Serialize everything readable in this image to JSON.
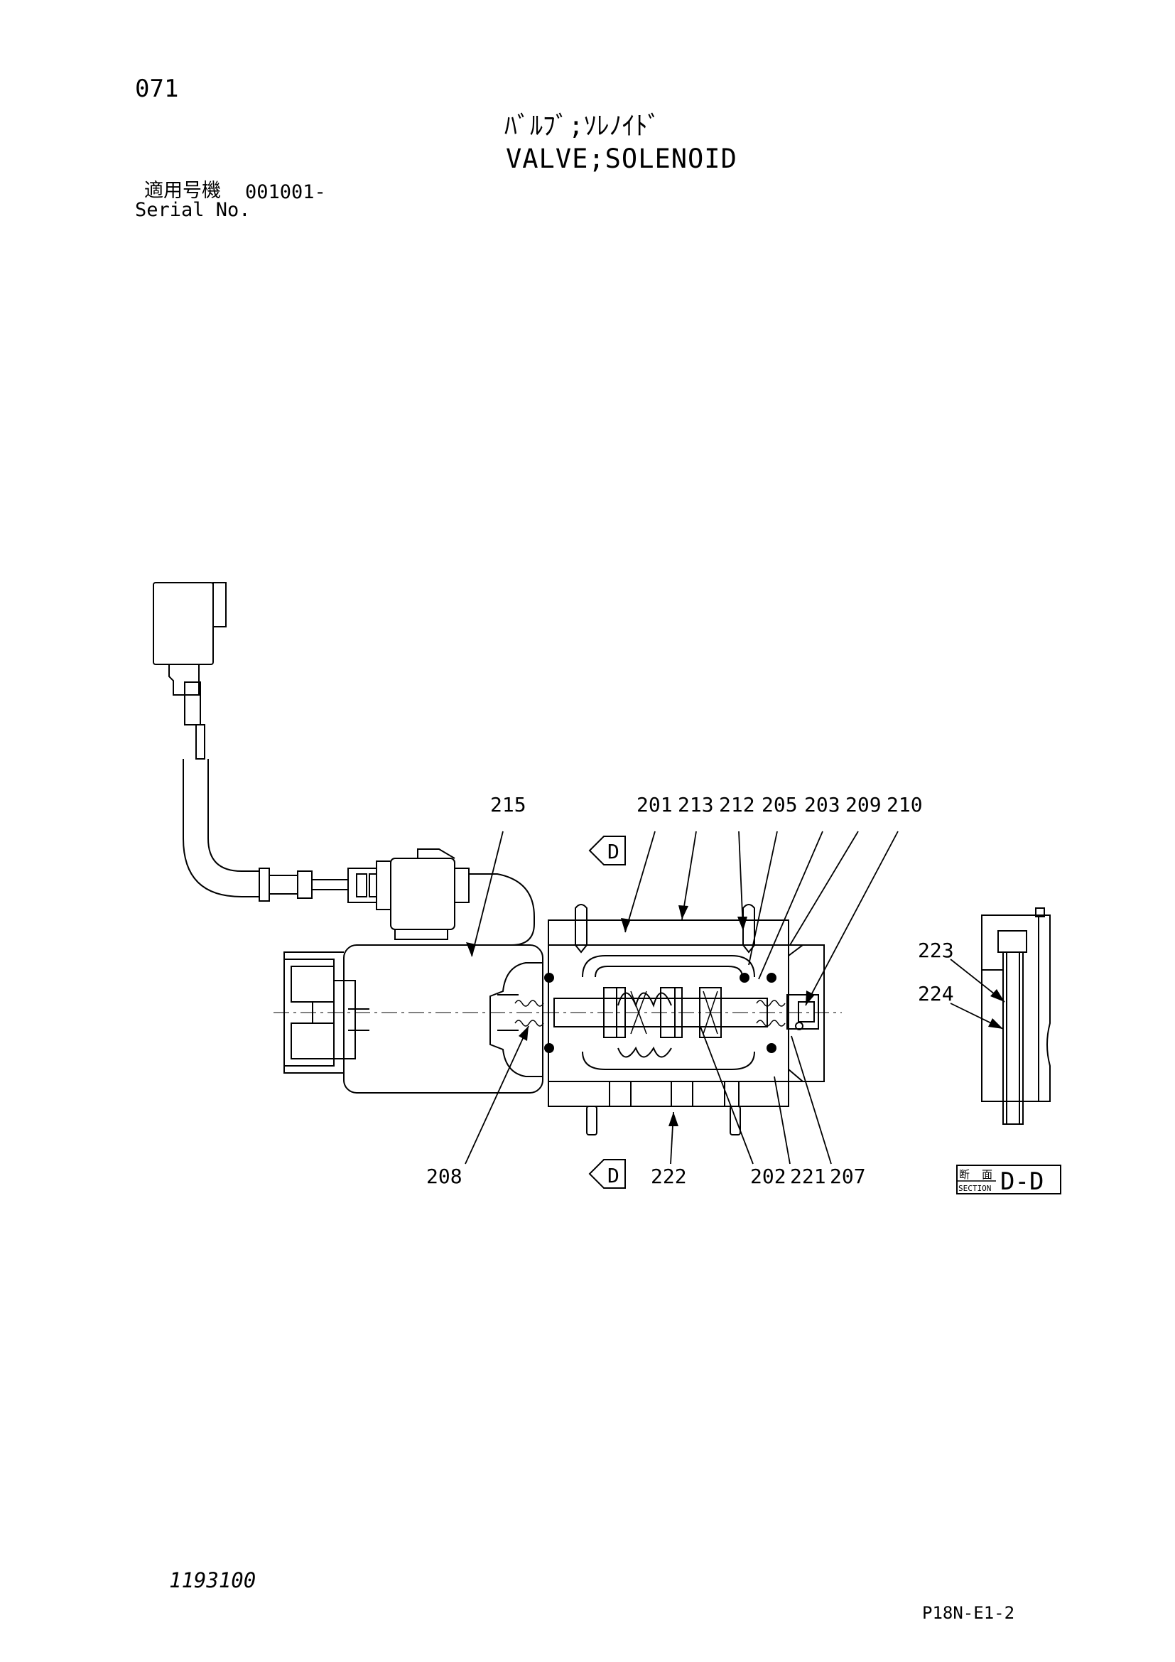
{
  "header": {
    "page_number": "071",
    "title_jp": "ﾊﾞﾙﾌﾞ;ｿﾚﾉｲﾄﾞ",
    "title_en": "VALVE;SOLENOID",
    "serial_label_jp": "適用号機",
    "serial_value": "001001-",
    "serial_label_en": "Serial No."
  },
  "callouts": {
    "c215": "215",
    "c201": "201",
    "c213": "213",
    "c212": "212",
    "c205": "205",
    "c203": "203",
    "c209": "209",
    "c210": "210",
    "c208": "208",
    "c222": "222",
    "c202": "202",
    "c221": "221",
    "c207": "207",
    "c223": "223",
    "c224": "224"
  },
  "section": {
    "marker_top": "D",
    "marker_bottom": "D",
    "label_jp_1": "断",
    "label_jp_2": "面",
    "label_en": "SECTION",
    "name": "D-D"
  },
  "footer": {
    "drawing_number": "1193100",
    "sheet_code": "P18N-E1-2"
  }
}
